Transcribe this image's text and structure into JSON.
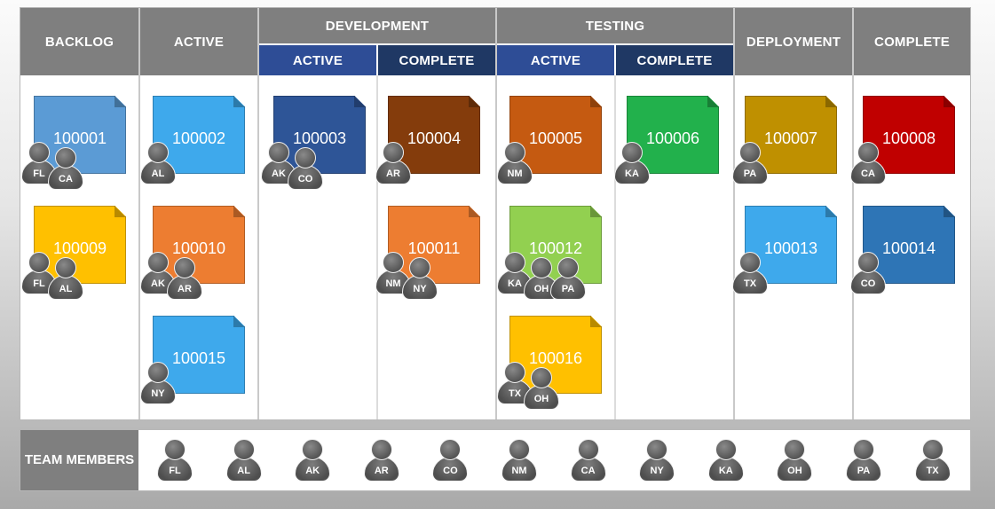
{
  "headers": {
    "backlog": "BACKLOG",
    "active": "ACTIVE",
    "development": "DEVELOPMENT",
    "dev_active": "ACTIVE",
    "dev_complete": "COMPLETE",
    "testing": "TESTING",
    "test_active": "ACTIVE",
    "test_complete": "COMPLETE",
    "deployment": "DEPLOYMENT",
    "complete": "COMPLETE"
  },
  "colors": {
    "c100001": "#5b9bd5",
    "c100002": "#3ea9ec",
    "c100003": "#2e5597",
    "c100004": "#843c0c",
    "c100005": "#c55a11",
    "c100006": "#22b14c",
    "c100007": "#bf9000",
    "c100008": "#c00000",
    "c100009": "#ffc000",
    "c100010": "#ed7d31",
    "c100011": "#ed7d31",
    "c100012": "#92d050",
    "c100013": "#3ea9ec",
    "c100014": "#2e75b6",
    "c100015": "#3ea9ec",
    "c100016": "#ffc000"
  },
  "cards": {
    "c100001": {
      "id": "100001",
      "members": [
        "FL",
        "CA"
      ]
    },
    "c100002": {
      "id": "100002",
      "members": [
        "AL"
      ]
    },
    "c100003": {
      "id": "100003",
      "members": [
        "AK",
        "CO"
      ]
    },
    "c100004": {
      "id": "100004",
      "members": [
        "AR"
      ]
    },
    "c100005": {
      "id": "100005",
      "members": [
        "NM"
      ]
    },
    "c100006": {
      "id": "100006",
      "members": [
        "KA"
      ]
    },
    "c100007": {
      "id": "100007",
      "members": [
        "PA"
      ]
    },
    "c100008": {
      "id": "100008",
      "members": [
        "CA"
      ]
    },
    "c100009": {
      "id": "100009",
      "members": [
        "FL",
        "AL"
      ]
    },
    "c100010": {
      "id": "100010",
      "members": [
        "AK",
        "AR"
      ]
    },
    "c100011": {
      "id": "100011",
      "members": [
        "NM",
        "NY"
      ]
    },
    "c100012": {
      "id": "100012",
      "members": [
        "KA",
        "OH",
        "PA"
      ]
    },
    "c100013": {
      "id": "100013",
      "members": [
        "TX"
      ]
    },
    "c100014": {
      "id": "100014",
      "members": [
        "CO"
      ]
    },
    "c100015": {
      "id": "100015",
      "members": [
        "NY"
      ]
    },
    "c100016": {
      "id": "100016",
      "members": [
        "TX",
        "OH"
      ]
    }
  },
  "team": {
    "label": "TEAM MEMBERS",
    "members": [
      "FL",
      "AL",
      "AK",
      "AR",
      "CO",
      "NM",
      "CA",
      "NY",
      "KA",
      "OH",
      "PA",
      "TX"
    ]
  }
}
